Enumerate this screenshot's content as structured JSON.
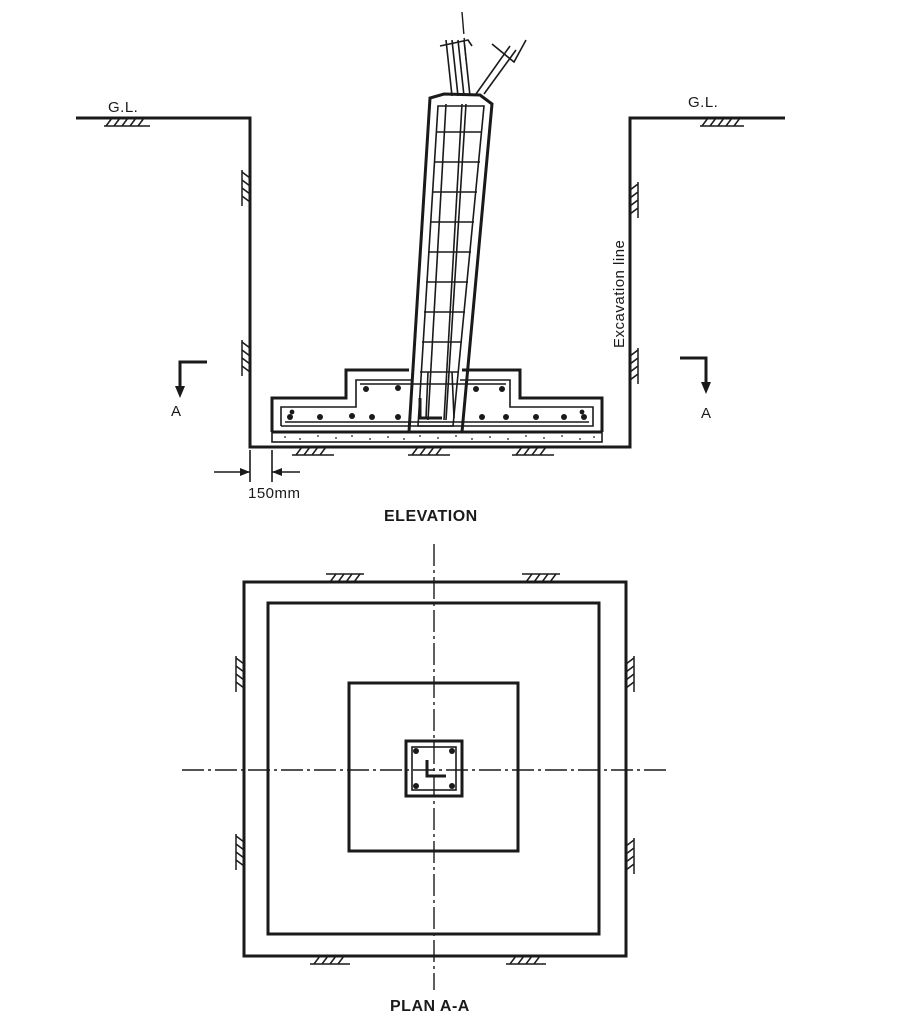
{
  "elevation": {
    "ground_left": "G.L.",
    "ground_right": "G.L.",
    "excavation": "Excavation line",
    "section_left": "A",
    "section_right": "A",
    "offset_dim": "150mm",
    "title": "ELEVATION"
  },
  "plan": {
    "title": "PLAN A-A"
  }
}
